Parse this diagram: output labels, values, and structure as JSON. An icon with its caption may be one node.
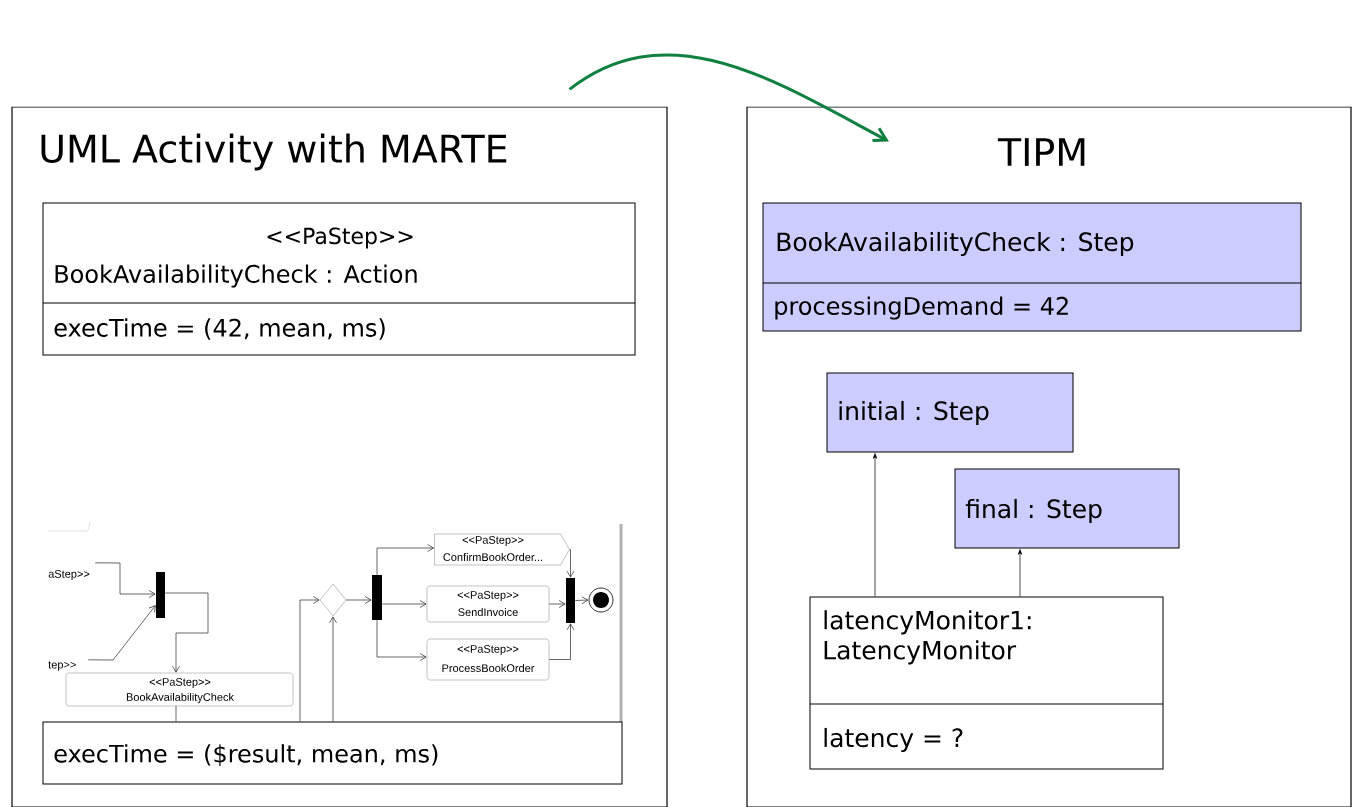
{
  "diagram": {
    "nodes": [
      {
        "text": [
          "UML Activity with MARTE"
        ]
      },
      {
        "text": [
          "<<PaStep>>",
          "BookAvailabilityCheck : Action",
          "execTime = (42, mean, ms)"
        ],
        "in": 0
      },
      {
        "text": [],
        "shape": "bar",
        "in": 0
      },
      {
        "text": [
          "<<PaStep>>",
          "BookAvailabilityCheck"
        ],
        "in": 0
      },
      {
        "text": [],
        "shape": "diamond",
        "in": 0
      },
      {
        "text": [],
        "shape": "bar",
        "in": 0
      },
      {
        "text": [
          "<<PaStep>>",
          "ConfirmBookOrder..."
        ],
        "in": 0
      },
      {
        "text": [
          "<<PaStep>>",
          "SendInvoice"
        ],
        "in": 0
      },
      {
        "text": [
          "<<PaStep>>",
          "ProcessBookOrder"
        ],
        "in": 0
      },
      {
        "text": [],
        "shape": "bar",
        "in": 0
      },
      {
        "text": [],
        "shape": "circle",
        "in": 0
      },
      {
        "text": [
          "execTime = ($result, mean, ms)"
        ],
        "in": 0
      },
      {
        "text": [
          "TIPM"
        ]
      },
      {
        "text": [
          "BookAvailabilityCheck : Step",
          "processingDemand = 42"
        ],
        "in": 12
      },
      {
        "text": [
          "initial : Step"
        ],
        "in": 12
      },
      {
        "text": [
          "final : Step"
        ],
        "in": 12
      },
      {
        "text": [
          "latencyMonitor1: LatencyMonitor",
          "latency = ?"
        ],
        "in": 12
      },
      {
        "text": [
          "aStep>>"
        ],
        "in": 0
      },
      {
        "text": [
          "tep>>"
        ],
        "in": 0
      }
    ],
    "edges": [
      {
        "from": 0,
        "to": 12,
        "arrow": "to",
        "style": "thick",
        "color": "#108040"
      },
      {
        "from": 17,
        "to": 2,
        "arrow": "to"
      },
      {
        "from": 18,
        "to": 2,
        "arrow": "to"
      },
      {
        "from": 2,
        "to": 3,
        "arrow": "to"
      },
      {
        "from": 3,
        "to": 11,
        "arrow": "none"
      },
      {
        "from": 11,
        "to": 4,
        "arrow": "to"
      },
      {
        "from": 11,
        "to": 4,
        "arrow": "to"
      },
      {
        "from": 4,
        "to": 5,
        "arrow": "to"
      },
      {
        "from": 5,
        "to": 6,
        "arrow": "to"
      },
      {
        "from": 5,
        "to": 7,
        "arrow": "to"
      },
      {
        "from": 5,
        "to": 8,
        "arrow": "to"
      },
      {
        "from": 6,
        "to": 9,
        "arrow": "to"
      },
      {
        "from": 7,
        "to": 9,
        "arrow": "to"
      },
      {
        "from": 8,
        "to": 9,
        "arrow": "to"
      },
      {
        "from": 9,
        "to": 10,
        "arrow": "to"
      },
      {
        "from": 16,
        "to": 14,
        "arrow": "to"
      },
      {
        "from": 16,
        "to": 15,
        "arrow": "to"
      }
    ]
  }
}
